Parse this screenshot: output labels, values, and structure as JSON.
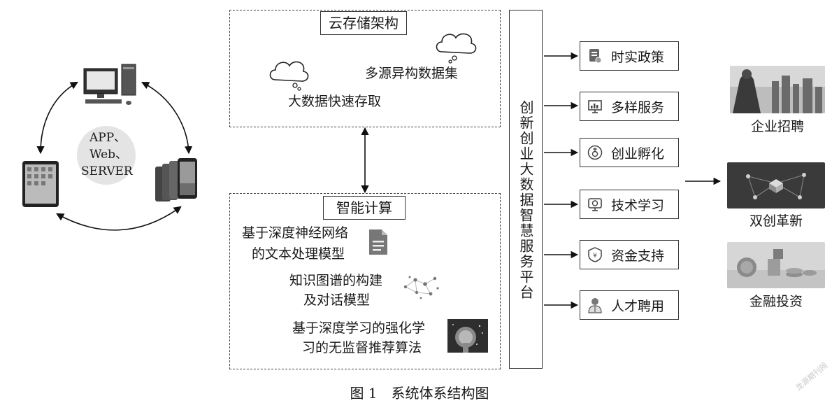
{
  "clients": {
    "center_label_lines": [
      "APP、",
      "Web、",
      "SERVER"
    ]
  },
  "cloud_storage": {
    "title": "云存储架构",
    "item_multisource": "多源异构数据集",
    "item_fast_access": "大数据快速存取"
  },
  "intelligent_computing": {
    "title": "智能计算",
    "model1_lines": [
      "基于深度神经网络",
      "的文本处理模型"
    ],
    "model2_lines": [
      "知识图谱的构建",
      "及对话模型"
    ],
    "model3_lines": [
      "基于深度学习的强化学",
      "习的无监督推荐算法"
    ]
  },
  "platform": {
    "title": "创新创业大数据智慧服务平台"
  },
  "services": [
    {
      "label": "时实政策",
      "icon": "policy-doc-icon"
    },
    {
      "label": "多样服务",
      "icon": "chart-board-icon"
    },
    {
      "label": "创业孵化",
      "icon": "incubation-icon"
    },
    {
      "label": "技术学习",
      "icon": "monitor-icon"
    },
    {
      "label": "资金支持",
      "icon": "money-shield-icon"
    },
    {
      "label": "人才聘用",
      "icon": "doctor-person-icon"
    }
  ],
  "outcomes": [
    {
      "label": "企业招聘"
    },
    {
      "label": "双创革新"
    },
    {
      "label": "金融投资"
    }
  ],
  "caption": "图 1　系统体系结构图",
  "watermark": "龙源期刊网"
}
